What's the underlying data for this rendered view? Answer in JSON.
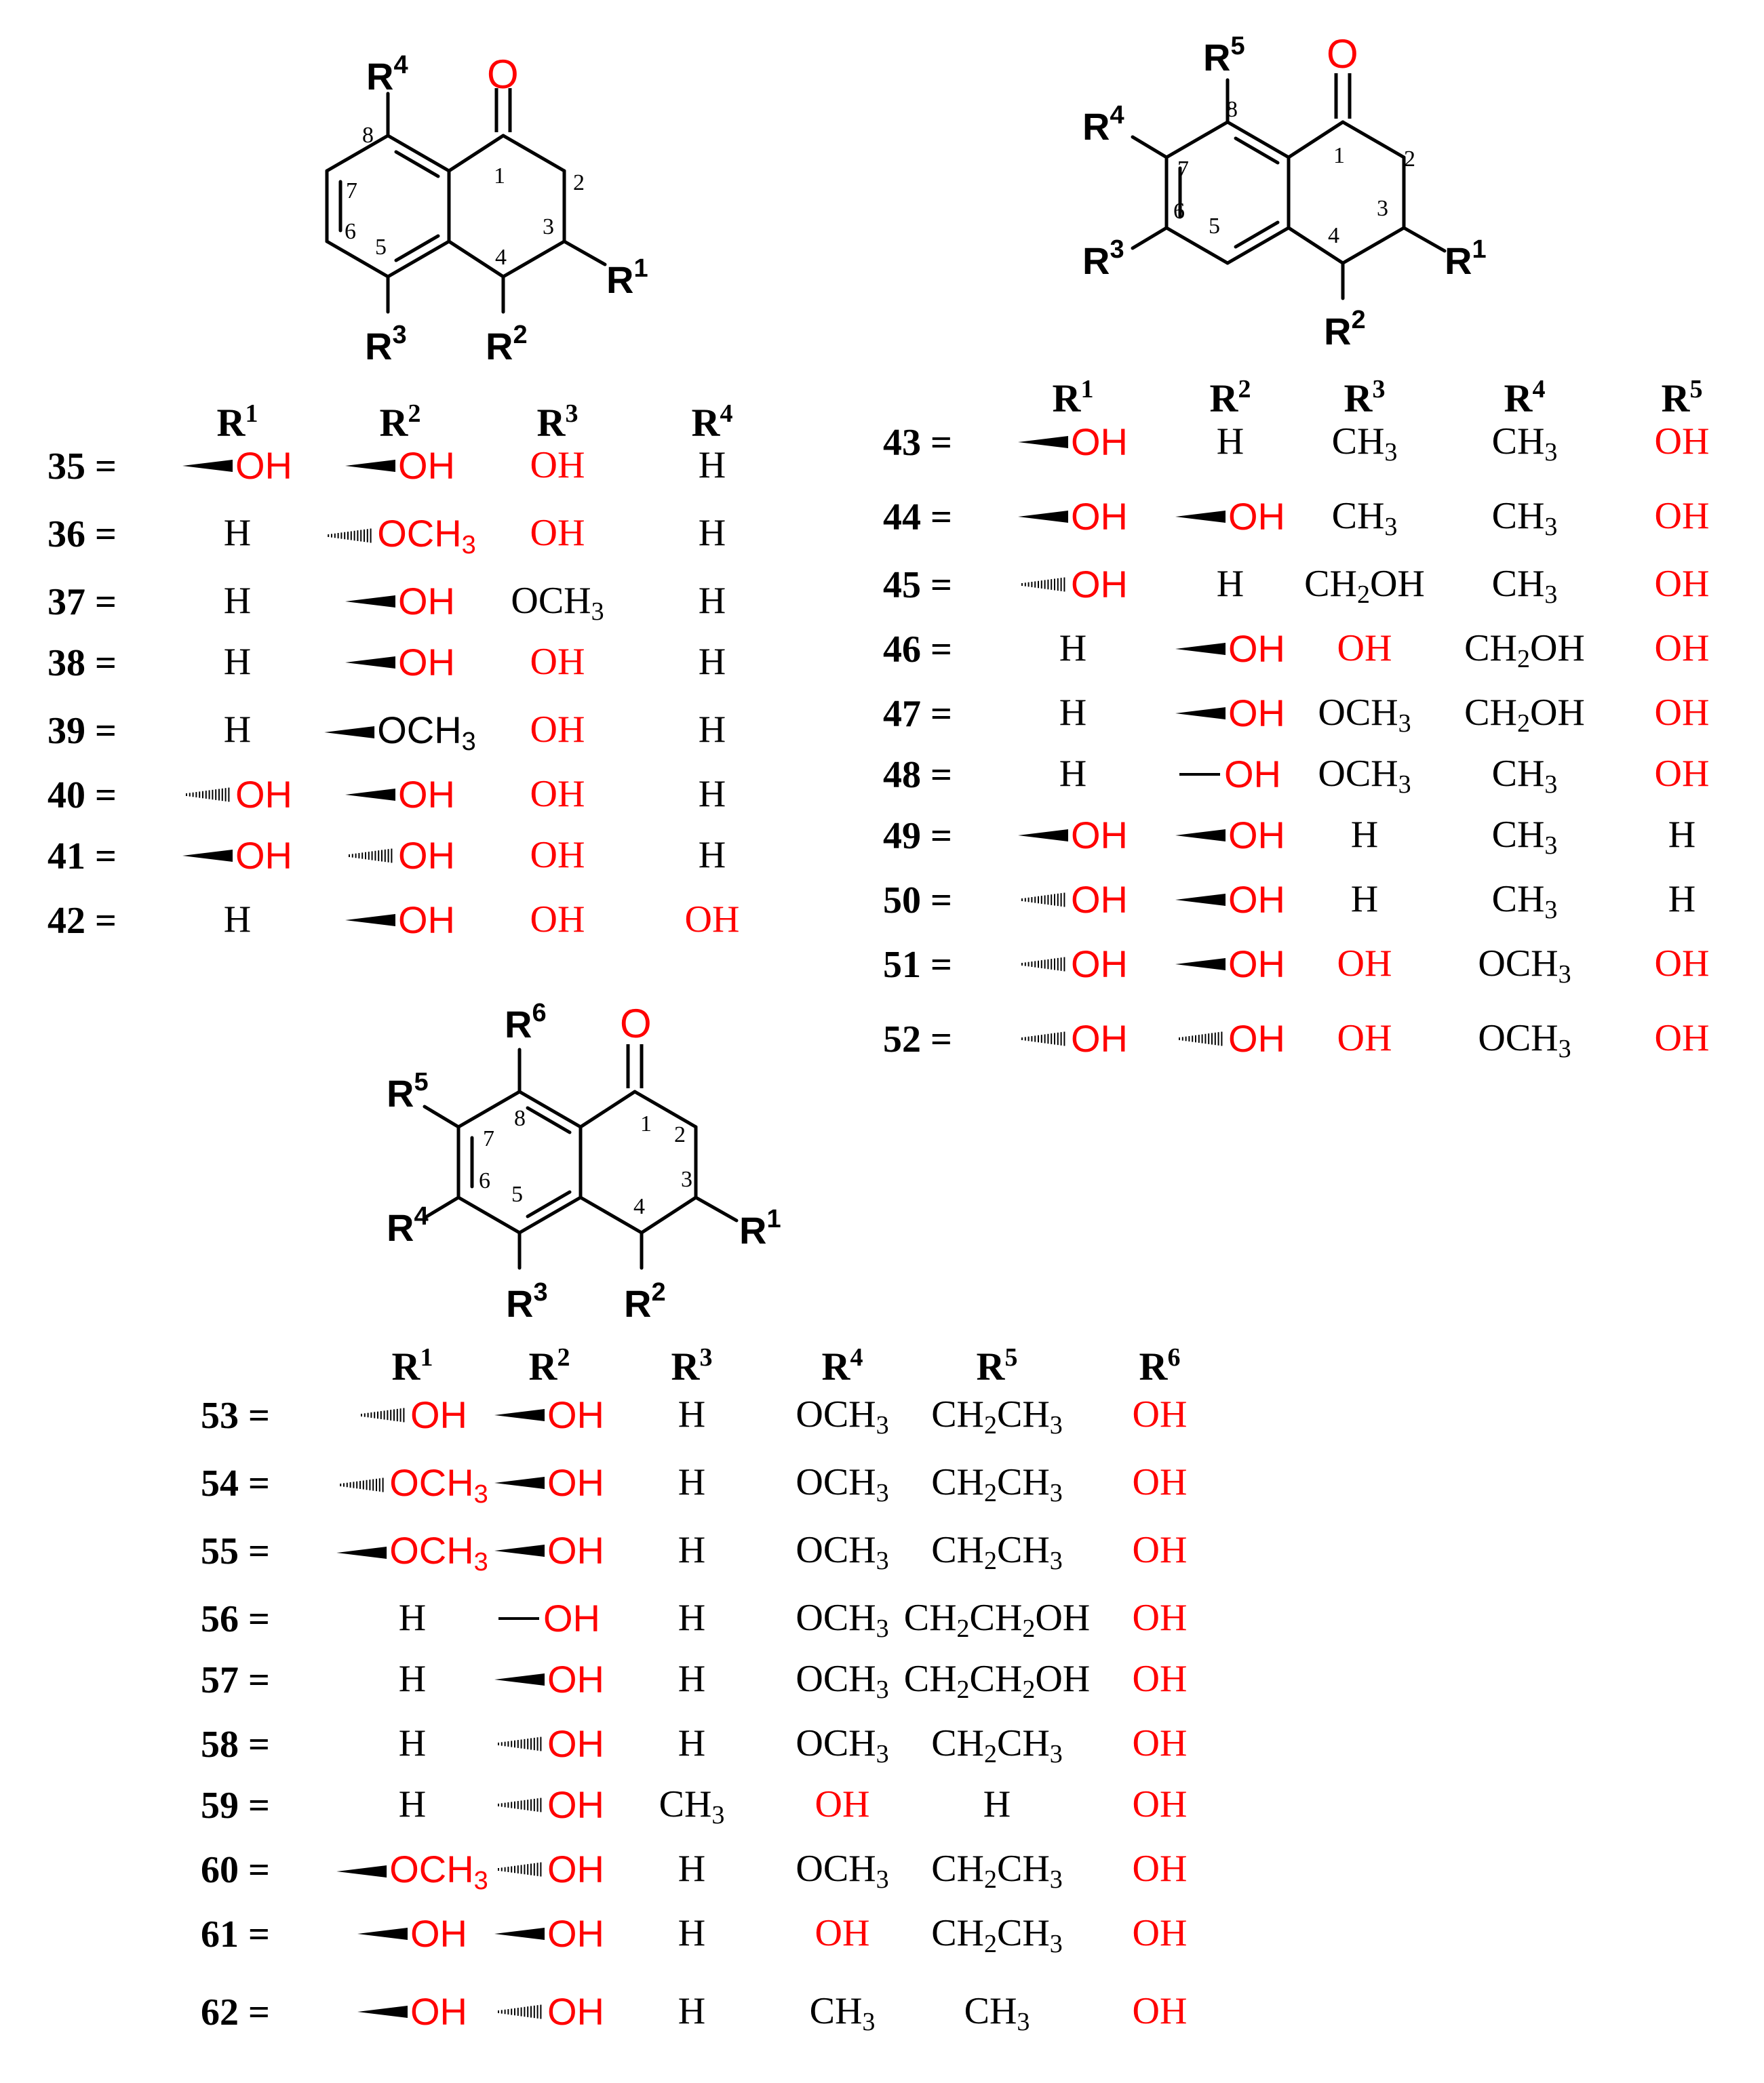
{
  "scaffolds": [
    {
      "id": "A",
      "oxygen": "O",
      "substituents": [
        [
          "R",
          "4"
        ],
        [
          "R",
          "3"
        ],
        [
          "R",
          "2"
        ],
        [
          "R",
          "1"
        ]
      ],
      "positions": [
        "1",
        "2",
        "3",
        "4",
        "5",
        "6",
        "7",
        "8"
      ]
    },
    {
      "id": "B",
      "oxygen": "O",
      "substituents": [
        [
          "R",
          "5"
        ],
        [
          "R",
          "4"
        ],
        [
          "R",
          "3"
        ],
        [
          "R",
          "2"
        ],
        [
          "R",
          "1"
        ]
      ],
      "positions": [
        "1",
        "2",
        "3",
        "4",
        "5",
        "6",
        "7",
        "8"
      ]
    },
    {
      "id": "C",
      "oxygen": "O",
      "substituents": [
        [
          "R",
          "6"
        ],
        [
          "R",
          "5"
        ],
        [
          "R",
          "4"
        ],
        [
          "R",
          "3"
        ],
        [
          "R",
          "2"
        ],
        [
          "R",
          "1"
        ]
      ],
      "positions": [
        "1",
        "2",
        "3",
        "4",
        "5",
        "6",
        "7",
        "8"
      ]
    }
  ],
  "tables": [
    {
      "id": "A",
      "headers": [
        [
          "R",
          "1"
        ],
        [
          "R",
          "2"
        ],
        [
          "R",
          "3"
        ],
        [
          "R",
          "4"
        ]
      ],
      "rows": [
        {
          "id": "35 =",
          "cells": [
            {
              "s": "wedge",
              "t": "OH",
              "c": "red"
            },
            {
              "s": "wedge",
              "t": "OH",
              "c": "red"
            },
            {
              "t": "OH",
              "c": "red"
            },
            {
              "t": "H",
              "c": "black"
            }
          ]
        },
        {
          "id": "36 =",
          "cells": [
            {
              "t": "H",
              "c": "black"
            },
            {
              "s": "hash",
              "t": "OCH",
              "sub": "3",
              "c": "red"
            },
            {
              "t": "OH",
              "c": "red"
            },
            {
              "t": "H",
              "c": "black"
            }
          ]
        },
        {
          "id": "37 =",
          "cells": [
            {
              "t": "H",
              "c": "black"
            },
            {
              "s": "wedge",
              "t": "OH",
              "c": "red"
            },
            {
              "t": "OCH",
              "sub": "3",
              "c": "black"
            },
            {
              "t": "H",
              "c": "black"
            }
          ]
        },
        {
          "id": "38 =",
          "cells": [
            {
              "t": "H",
              "c": "black"
            },
            {
              "s": "wedge",
              "t": "OH",
              "c": "red"
            },
            {
              "t": "OH",
              "c": "red"
            },
            {
              "t": "H",
              "c": "black"
            }
          ]
        },
        {
          "id": "39 =",
          "cells": [
            {
              "t": "H",
              "c": "black"
            },
            {
              "s": "wedge",
              "t": "OCH",
              "sub": "3",
              "c": "black"
            },
            {
              "t": "OH",
              "c": "red"
            },
            {
              "t": "H",
              "c": "black"
            }
          ]
        },
        {
          "id": "40 =",
          "cells": [
            {
              "s": "hash",
              "t": "OH",
              "c": "red"
            },
            {
              "s": "wedge",
              "t": "OH",
              "c": "red"
            },
            {
              "t": "OH",
              "c": "red"
            },
            {
              "t": "H",
              "c": "black"
            }
          ]
        },
        {
          "id": "41 =",
          "cells": [
            {
              "s": "wedge",
              "t": "OH",
              "c": "red"
            },
            {
              "s": "hash",
              "t": "OH",
              "c": "red"
            },
            {
              "t": "OH",
              "c": "red"
            },
            {
              "t": "H",
              "c": "black"
            }
          ]
        },
        {
          "id": "42 =",
          "cells": [
            {
              "t": "H",
              "c": "black"
            },
            {
              "s": "wedge",
              "t": "OH",
              "c": "red"
            },
            {
              "t": "OH",
              "c": "red"
            },
            {
              "t": "OH",
              "c": "red"
            }
          ]
        }
      ]
    },
    {
      "id": "B",
      "headers": [
        [
          "R",
          "1"
        ],
        [
          "R",
          "2"
        ],
        [
          "R",
          "3"
        ],
        [
          "R",
          "4"
        ],
        [
          "R",
          "5"
        ]
      ],
      "rows": [
        {
          "id": "43 =",
          "cells": [
            {
              "s": "wedge",
              "t": "OH",
              "c": "red"
            },
            {
              "t": "H",
              "c": "black"
            },
            {
              "t": "CH",
              "sub": "3",
              "c": "black"
            },
            {
              "t": "CH",
              "sub": "3",
              "c": "black"
            },
            {
              "t": "OH",
              "c": "red"
            }
          ]
        },
        {
          "id": "44 =",
          "cells": [
            {
              "s": "wedge",
              "t": "OH",
              "c": "red"
            },
            {
              "s": "wedge",
              "t": "OH",
              "c": "red"
            },
            {
              "t": "CH",
              "sub": "3",
              "c": "black"
            },
            {
              "t": "CH",
              "sub": "3",
              "c": "black"
            },
            {
              "t": "OH",
              "c": "red"
            }
          ]
        },
        {
          "id": "45 =",
          "cells": [
            {
              "s": "hash",
              "t": "OH",
              "c": "red"
            },
            {
              "t": "H",
              "c": "black"
            },
            {
              "t": "CH",
              "sub": "2",
              "tail": "OH",
              "c": "black"
            },
            {
              "t": "CH",
              "sub": "3",
              "c": "black"
            },
            {
              "t": "OH",
              "c": "red"
            }
          ]
        },
        {
          "id": "46 =",
          "cells": [
            {
              "t": "H",
              "c": "black"
            },
            {
              "s": "wedge",
              "t": "OH",
              "c": "red"
            },
            {
              "t": "OH",
              "c": "red"
            },
            {
              "t": "CH",
              "sub": "2",
              "tail": "OH",
              "c": "black"
            },
            {
              "t": "OH",
              "c": "red"
            }
          ]
        },
        {
          "id": "47 =",
          "cells": [
            {
              "t": "H",
              "c": "black"
            },
            {
              "s": "wedge",
              "t": "OH",
              "c": "red"
            },
            {
              "t": "OCH",
              "sub": "3",
              "c": "black"
            },
            {
              "t": "CH",
              "sub": "2",
              "tail": "OH",
              "c": "black"
            },
            {
              "t": "OH",
              "c": "red"
            }
          ]
        },
        {
          "id": "48 =",
          "cells": [
            {
              "t": "H",
              "c": "black"
            },
            {
              "s": "plain",
              "t": "OH",
              "c": "red"
            },
            {
              "t": "OCH",
              "sub": "3",
              "c": "black"
            },
            {
              "t": "CH",
              "sub": "3",
              "c": "black"
            },
            {
              "t": "OH",
              "c": "red"
            }
          ]
        },
        {
          "id": "49 =",
          "cells": [
            {
              "s": "wedge",
              "t": "OH",
              "c": "red"
            },
            {
              "s": "wedge",
              "t": "OH",
              "c": "red"
            },
            {
              "t": "H",
              "c": "black"
            },
            {
              "t": "CH",
              "sub": "3",
              "c": "black"
            },
            {
              "t": "H",
              "c": "black"
            }
          ]
        },
        {
          "id": "50 =",
          "cells": [
            {
              "s": "hash",
              "t": "OH",
              "c": "red"
            },
            {
              "s": "wedge",
              "t": "OH",
              "c": "red"
            },
            {
              "t": "H",
              "c": "black"
            },
            {
              "t": "CH",
              "sub": "3",
              "c": "black"
            },
            {
              "t": "H",
              "c": "black"
            }
          ]
        },
        {
          "id": "51 =",
          "cells": [
            {
              "s": "hash",
              "t": "OH",
              "c": "red"
            },
            {
              "s": "wedge",
              "t": "OH",
              "c": "red"
            },
            {
              "t": "OH",
              "c": "red"
            },
            {
              "t": "OCH",
              "sub": "3",
              "c": "black"
            },
            {
              "t": "OH",
              "c": "red"
            }
          ]
        },
        {
          "id": "52 =",
          "cells": [
            {
              "s": "hash",
              "t": "OH",
              "c": "red"
            },
            {
              "s": "hash",
              "t": "OH",
              "c": "red"
            },
            {
              "t": "OH",
              "c": "red"
            },
            {
              "t": "OCH",
              "sub": "3",
              "c": "black"
            },
            {
              "t": "OH",
              "c": "red"
            }
          ]
        }
      ]
    },
    {
      "id": "C",
      "headers": [
        [
          "R",
          "1"
        ],
        [
          "R",
          "2"
        ],
        [
          "R",
          "3"
        ],
        [
          "R",
          "4"
        ],
        [
          "R",
          "5"
        ],
        [
          "R",
          "6"
        ]
      ],
      "rows": [
        {
          "id": "53 =",
          "cells": [
            {
              "s": "hash",
              "t": "OH",
              "c": "red"
            },
            {
              "s": "wedge",
              "t": "OH",
              "c": "red"
            },
            {
              "t": "H",
              "c": "black"
            },
            {
              "t": "OCH",
              "sub": "3",
              "c": "black"
            },
            {
              "t": "CH",
              "sub": "2",
              "tail": "CH",
              "sub2": "3",
              "c": "black"
            },
            {
              "t": "OH",
              "c": "red"
            }
          ]
        },
        {
          "id": "54 =",
          "cells": [
            {
              "s": "hash",
              "t": "OCH",
              "sub": "3",
              "c": "red"
            },
            {
              "s": "wedge",
              "t": "OH",
              "c": "red"
            },
            {
              "t": "H",
              "c": "black"
            },
            {
              "t": "OCH",
              "sub": "3",
              "c": "black"
            },
            {
              "t": "CH",
              "sub": "2",
              "tail": "CH",
              "sub2": "3",
              "c": "black"
            },
            {
              "t": "OH",
              "c": "red"
            }
          ]
        },
        {
          "id": "55 =",
          "cells": [
            {
              "s": "wedge",
              "t": "OCH",
              "sub": "3",
              "c": "red"
            },
            {
              "s": "wedge",
              "t": "OH",
              "c": "red"
            },
            {
              "t": "H",
              "c": "black"
            },
            {
              "t": "OCH",
              "sub": "3",
              "c": "black"
            },
            {
              "t": "CH",
              "sub": "2",
              "tail": "CH",
              "sub2": "3",
              "c": "black"
            },
            {
              "t": "OH",
              "c": "red"
            }
          ]
        },
        {
          "id": "56 =",
          "cells": [
            {
              "t": "H",
              "c": "black"
            },
            {
              "s": "plain",
              "t": "OH",
              "c": "red"
            },
            {
              "t": "H",
              "c": "black"
            },
            {
              "t": "OCH",
              "sub": "3",
              "c": "black"
            },
            {
              "t": "CH",
              "sub": "2",
              "tail": "CH",
              "sub2": "2",
              "tail2": "OH",
              "c": "black"
            },
            {
              "t": "OH",
              "c": "red"
            }
          ]
        },
        {
          "id": "57 =",
          "cells": [
            {
              "t": "H",
              "c": "black"
            },
            {
              "s": "wedge",
              "t": "OH",
              "c": "red"
            },
            {
              "t": "H",
              "c": "black"
            },
            {
              "t": "OCH",
              "sub": "3",
              "c": "black"
            },
            {
              "t": "CH",
              "sub": "2",
              "tail": "CH",
              "sub2": "2",
              "tail2": "OH",
              "c": "black"
            },
            {
              "t": "OH",
              "c": "red"
            }
          ]
        },
        {
          "id": "58 =",
          "cells": [
            {
              "t": "H",
              "c": "black"
            },
            {
              "s": "hash",
              "t": "OH",
              "c": "red"
            },
            {
              "t": "H",
              "c": "black"
            },
            {
              "t": "OCH",
              "sub": "3",
              "c": "black"
            },
            {
              "t": "CH",
              "sub": "2",
              "tail": "CH",
              "sub2": "3",
              "c": "black"
            },
            {
              "t": "OH",
              "c": "red"
            }
          ]
        },
        {
          "id": "59 =",
          "cells": [
            {
              "t": "H",
              "c": "black"
            },
            {
              "s": "hash",
              "t": "OH",
              "c": "red"
            },
            {
              "t": "CH",
              "sub": "3",
              "c": "black"
            },
            {
              "t": "OH",
              "c": "red"
            },
            {
              "t": "H",
              "c": "black"
            },
            {
              "t": "OH",
              "c": "red"
            }
          ]
        },
        {
          "id": "60 =",
          "cells": [
            {
              "s": "wedge",
              "t": "OCH",
              "sub": "3",
              "c": "red"
            },
            {
              "s": "hash",
              "t": "OH",
              "c": "red"
            },
            {
              "t": "H",
              "c": "black"
            },
            {
              "t": "OCH",
              "sub": "3",
              "c": "black"
            },
            {
              "t": "CH",
              "sub": "2",
              "tail": "CH",
              "sub2": "3",
              "c": "black"
            },
            {
              "t": "OH",
              "c": "red"
            }
          ]
        },
        {
          "id": "61 =",
          "cells": [
            {
              "s": "wedge",
              "t": "OH",
              "c": "red"
            },
            {
              "s": "wedge",
              "t": "OH",
              "c": "red"
            },
            {
              "t": "H",
              "c": "black"
            },
            {
              "t": "OH",
              "c": "red"
            },
            {
              "t": "CH",
              "sub": "2",
              "tail": "CH",
              "sub2": "3",
              "c": "black"
            },
            {
              "t": "OH",
              "c": "red"
            }
          ]
        },
        {
          "id": "62 =",
          "cells": [
            {
              "s": "wedge",
              "t": "OH",
              "c": "red"
            },
            {
              "s": "hash",
              "t": "OH",
              "c": "red"
            },
            {
              "t": "H",
              "c": "black"
            },
            {
              "t": "CH",
              "sub": "3",
              "c": "black"
            },
            {
              "t": "CH",
              "sub": "3",
              "c": "black"
            },
            {
              "t": "OH",
              "c": "red"
            }
          ]
        }
      ]
    }
  ]
}
